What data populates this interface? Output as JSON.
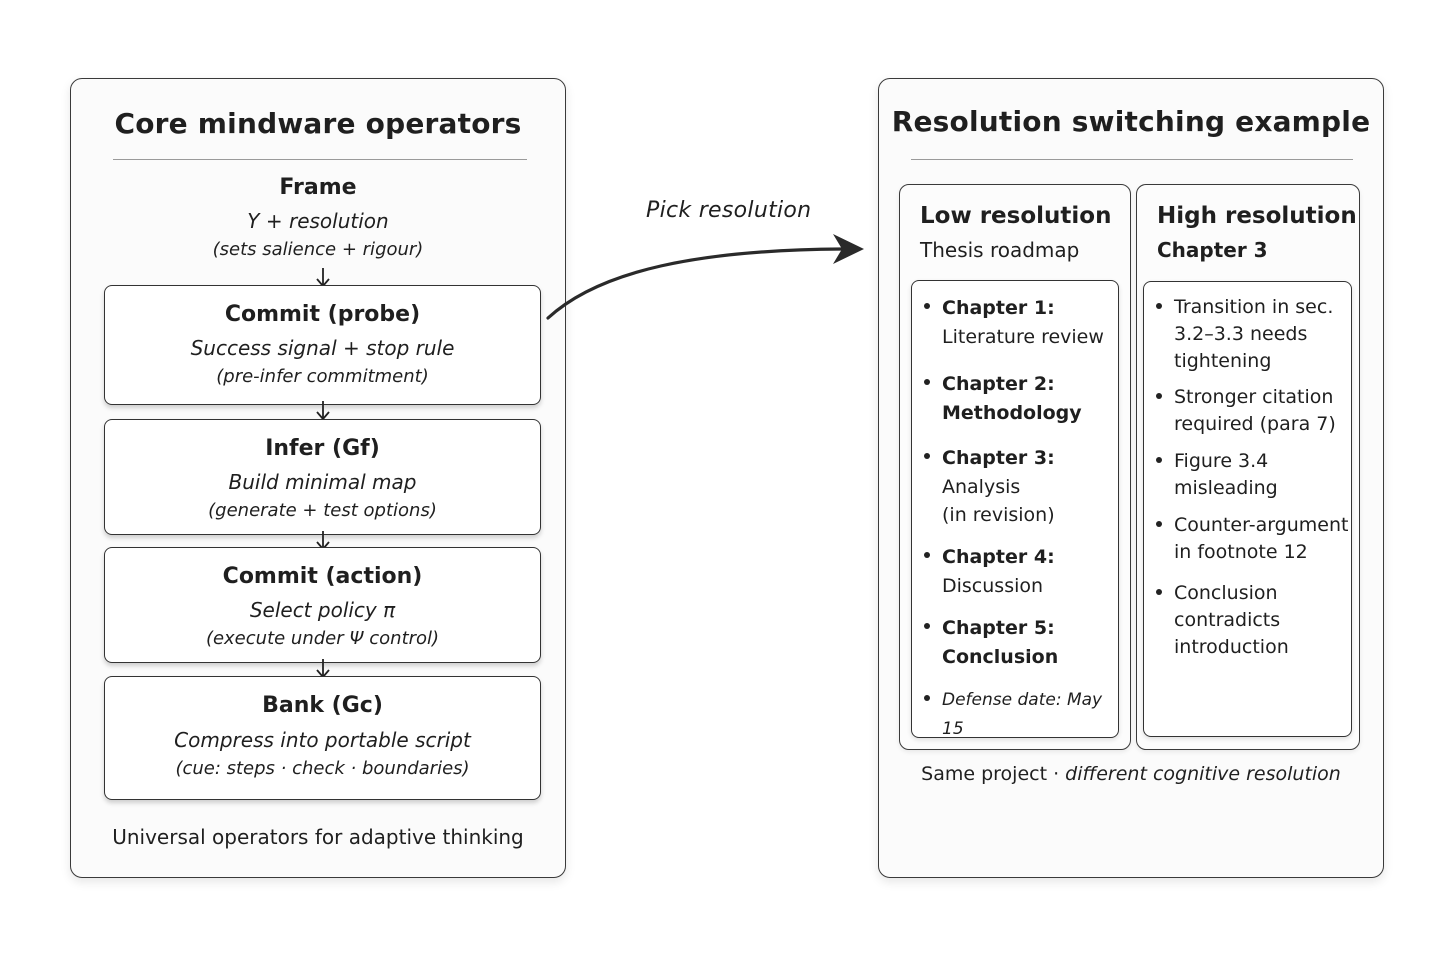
{
  "left_panel": {
    "title": "Core mindware operators",
    "frame": {
      "title": "Frame",
      "line1": "Y + resolution",
      "line2": "(sets salience + rigour)"
    },
    "operators": [
      {
        "title": "Commit (probe)",
        "line1": "Success signal + stop rule",
        "line2": "(pre-infer commitment)"
      },
      {
        "title": "Infer (Gf)",
        "line1": "Build minimal map",
        "line2": "(generate + test options)"
      },
      {
        "title": "Commit (action)",
        "line1": "Select policy π",
        "line2": "(execute under Ψ control)"
      },
      {
        "title": "Bank (Gc)",
        "line1": "Compress into portable script",
        "line2": "(cue: steps · check · boundaries)"
      }
    ],
    "footer": "Universal operators for adaptive thinking"
  },
  "connector": {
    "label": "Pick resolution"
  },
  "right_panel": {
    "title": "Resolution switching example",
    "low": {
      "title": "Low resolution",
      "subtitle": "Thesis roadmap",
      "items": [
        {
          "l1": "Chapter 1:",
          "l2": "Literature review",
          "l2_bold": false
        },
        {
          "l1": "Chapter 2:",
          "l2": "Methodology",
          "l2_bold": true
        },
        {
          "l1": "Chapter 3:",
          "l2": "Analysis",
          "l3": "(in revision)",
          "l2_bold": false
        },
        {
          "l1": "Chapter 4:",
          "l2": "Discussion",
          "l2_bold": false
        },
        {
          "l1": "Chapter 5:",
          "l2": "Conclusion",
          "l2_bold": true
        }
      ],
      "note": "Defense date: May 15"
    },
    "high": {
      "title": "High resolution",
      "subtitle": "Chapter 3",
      "items": [
        [
          "Transition in sec.",
          "3.2–3.3 needs",
          "tightening"
        ],
        [
          "Stronger citation",
          "required (para 7)"
        ],
        [
          "Figure 3.4",
          "misleading"
        ],
        [
          "Counter-argument",
          "in footnote 12"
        ],
        [
          "Conclusion",
          "contradicts",
          "introduction"
        ]
      ]
    },
    "footer_plain": "Same project · ",
    "footer_italic": "different cognitive resolution"
  }
}
